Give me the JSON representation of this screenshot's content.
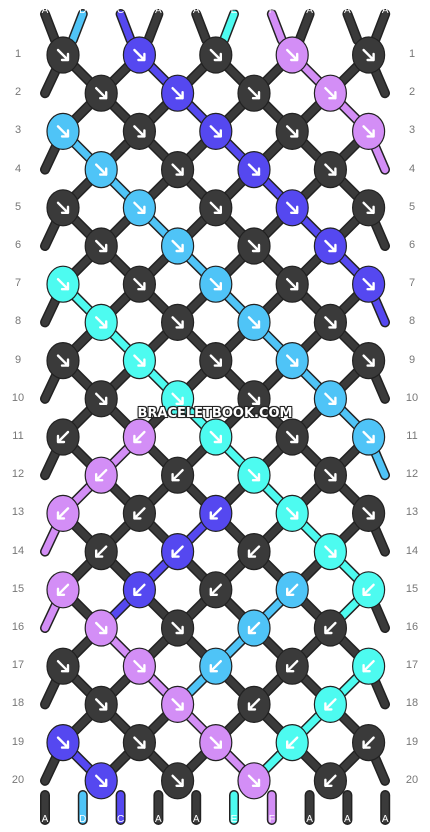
{
  "colors": {
    "A": "#3a3a3a",
    "B": "#4fc4f7",
    "C": "#5548f0",
    "D": "#4fc4f7",
    "E": "#4dfbf0",
    "F": "#d38ef6"
  },
  "watermark": "BRACELETBOOK.COM",
  "strands_top": [
    "A",
    "D",
    "C",
    "A",
    "A",
    "E",
    "F",
    "A",
    "A",
    "A"
  ],
  "strands_bottom": [
    "A",
    "D",
    "C",
    "A",
    "A",
    "E",
    "F",
    "A",
    "A",
    "A"
  ],
  "row_numbers": [
    "1",
    "2",
    "3",
    "4",
    "5",
    "6",
    "7",
    "8",
    "9",
    "10",
    "11",
    "12",
    "13",
    "14",
    "15",
    "16",
    "17",
    "18",
    "19",
    "20"
  ],
  "knots": [
    [
      [
        "A",
        "se"
      ],
      [
        "C",
        "se"
      ],
      [
        "A",
        "se"
      ],
      [
        "F",
        "se"
      ],
      [
        "A",
        "se"
      ]
    ],
    [
      [
        "A",
        "se"
      ],
      [
        "C",
        "se"
      ],
      [
        "A",
        "se"
      ],
      [
        "F",
        "se"
      ]
    ],
    [
      [
        "B",
        "se"
      ],
      [
        "A",
        "se"
      ],
      [
        "C",
        "se"
      ],
      [
        "A",
        "se"
      ],
      [
        "F",
        "se"
      ]
    ],
    [
      [
        "B",
        "se"
      ],
      [
        "A",
        "se"
      ],
      [
        "C",
        "se"
      ],
      [
        "A",
        "se"
      ]
    ],
    [
      [
        "A",
        "se"
      ],
      [
        "B",
        "se"
      ],
      [
        "A",
        "se"
      ],
      [
        "C",
        "se"
      ],
      [
        "A",
        "se"
      ]
    ],
    [
      [
        "A",
        "se"
      ],
      [
        "B",
        "se"
      ],
      [
        "A",
        "se"
      ],
      [
        "C",
        "se"
      ]
    ],
    [
      [
        "E",
        "se"
      ],
      [
        "A",
        "se"
      ],
      [
        "B",
        "se"
      ],
      [
        "A",
        "se"
      ],
      [
        "C",
        "se"
      ]
    ],
    [
      [
        "E",
        "se"
      ],
      [
        "A",
        "se"
      ],
      [
        "B",
        "se"
      ],
      [
        "A",
        "se"
      ]
    ],
    [
      [
        "A",
        "se"
      ],
      [
        "E",
        "se"
      ],
      [
        "A",
        "se"
      ],
      [
        "B",
        "se"
      ],
      [
        "A",
        "se"
      ]
    ],
    [
      [
        "A",
        "se"
      ],
      [
        "E",
        "se"
      ],
      [
        "A",
        "se"
      ],
      [
        "B",
        "se"
      ]
    ],
    [
      [
        "A",
        "sw"
      ],
      [
        "F",
        "sw"
      ],
      [
        "E",
        "se"
      ],
      [
        "A",
        "se"
      ],
      [
        "B",
        "se"
      ]
    ],
    [
      [
        "F",
        "sw"
      ],
      [
        "A",
        "sw"
      ],
      [
        "E",
        "se"
      ],
      [
        "A",
        "se"
      ]
    ],
    [
      [
        "F",
        "sw"
      ],
      [
        "A",
        "sw"
      ],
      [
        "C",
        "sw"
      ],
      [
        "E",
        "se"
      ],
      [
        "A",
        "se"
      ]
    ],
    [
      [
        "A",
        "sw"
      ],
      [
        "C",
        "sw"
      ],
      [
        "A",
        "sw"
      ],
      [
        "E",
        "se"
      ]
    ],
    [
      [
        "F",
        "sw"
      ],
      [
        "C",
        "sw"
      ],
      [
        "A",
        "sw"
      ],
      [
        "B",
        "sw"
      ],
      [
        "E",
        "sw"
      ]
    ],
    [
      [
        "F",
        "se"
      ],
      [
        "A",
        "se"
      ],
      [
        "B",
        "sw"
      ],
      [
        "A",
        "sw"
      ]
    ],
    [
      [
        "A",
        "se"
      ],
      [
        "F",
        "se"
      ],
      [
        "B",
        "sw"
      ],
      [
        "A",
        "sw"
      ],
      [
        "E",
        "sw"
      ]
    ],
    [
      [
        "A",
        "se"
      ],
      [
        "F",
        "se"
      ],
      [
        "A",
        "sw"
      ],
      [
        "E",
        "sw"
      ]
    ],
    [
      [
        "C",
        "se"
      ],
      [
        "A",
        "se"
      ],
      [
        "F",
        "se"
      ],
      [
        "E",
        "sw"
      ],
      [
        "A",
        "sw"
      ]
    ],
    [
      [
        "C",
        "se"
      ],
      [
        "A",
        "se"
      ],
      [
        "F",
        "se"
      ],
      [
        "A",
        "sw"
      ]
    ]
  ]
}
